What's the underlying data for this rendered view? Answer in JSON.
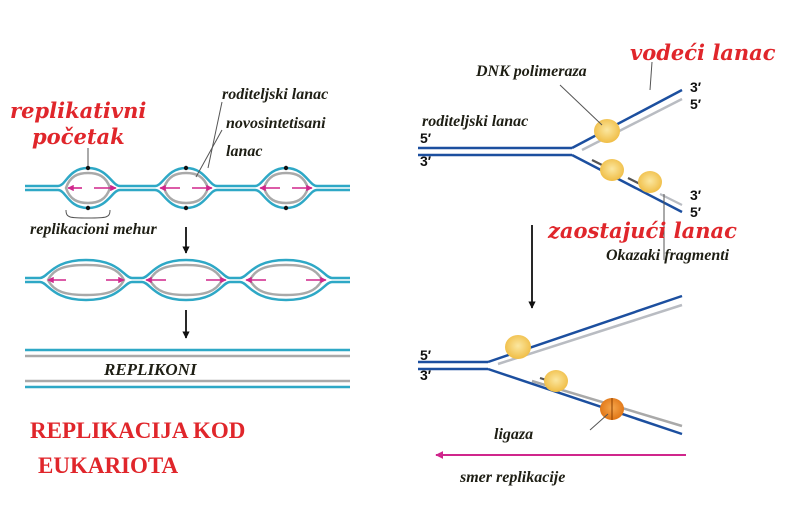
{
  "left": {
    "replication_origin": [
      "replikativni",
      "početak"
    ],
    "parental_strand": "roditeljski lanac",
    "new_strand": [
      "novosintetisani",
      "lanac"
    ],
    "bubble": "replikacioni mehur",
    "replicons": "REPLIKONI",
    "title": [
      "REPLIKACIJA KOD",
      "EUKARIOTA"
    ]
  },
  "right": {
    "leading": "vodeći lanac",
    "polymerase": "DNK polimeraza",
    "parental_strand": "roditeljski lanac",
    "lagging": "zaostajući lanac",
    "okazaki": "Okazaki fragmenti",
    "ligase": "ligaza",
    "direction": "smer replikacije",
    "end_5": "5′",
    "end_3": "3′"
  },
  "colors": {
    "parental": "#2ea8c6",
    "new": "#a9a9a9",
    "arrow": "#d0268c",
    "fork": "#1c4f9f",
    "enzyme": "#f4c44f",
    "ligase": "#e8801a",
    "label_red": "#e0262b"
  }
}
